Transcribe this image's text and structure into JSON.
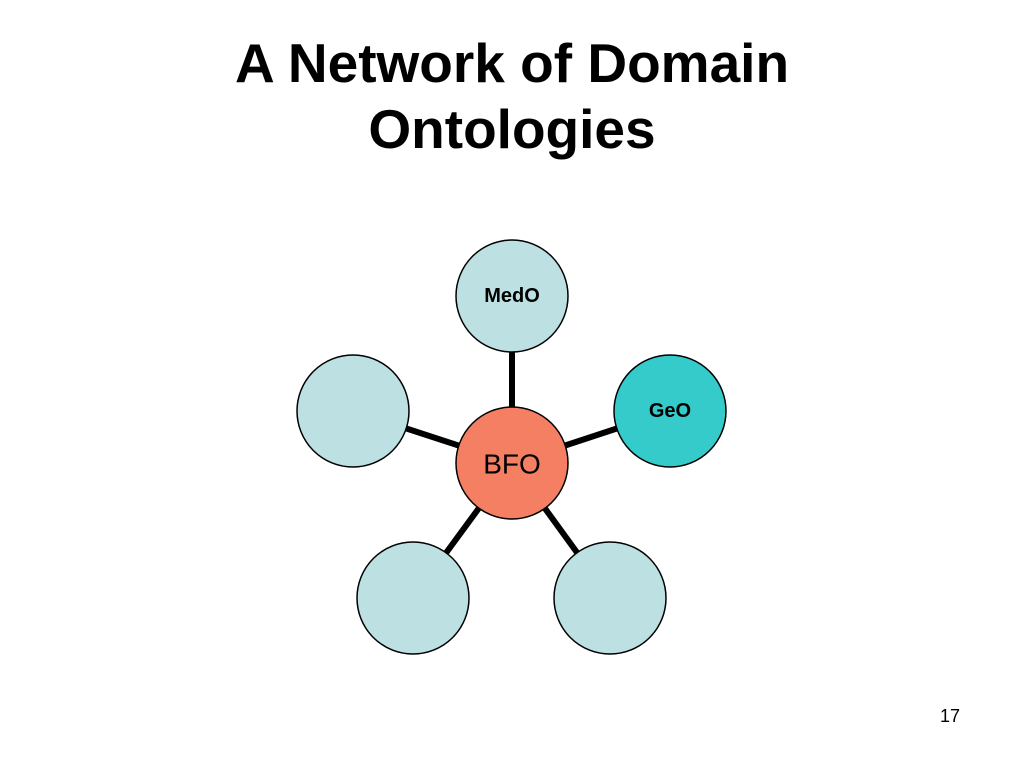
{
  "slide": {
    "title_line1": "A Network of Domain",
    "title_line2": "Ontologies",
    "page_number": "17"
  },
  "diagram": {
    "hub": {
      "label": "BFO",
      "color": "#f57f63"
    },
    "spokes": [
      {
        "id": "top",
        "label": "MedO",
        "color": "#bde0e3"
      },
      {
        "id": "right",
        "label": "GeO",
        "color": "#35cbca"
      },
      {
        "id": "bottom-right",
        "label": "",
        "color": "#bde0e3"
      },
      {
        "id": "bottom-left",
        "label": "",
        "color": "#bde0e3"
      },
      {
        "id": "left",
        "label": "",
        "color": "#bde0e3"
      }
    ],
    "connector_color": "#000000",
    "outline_color": "#000000"
  }
}
